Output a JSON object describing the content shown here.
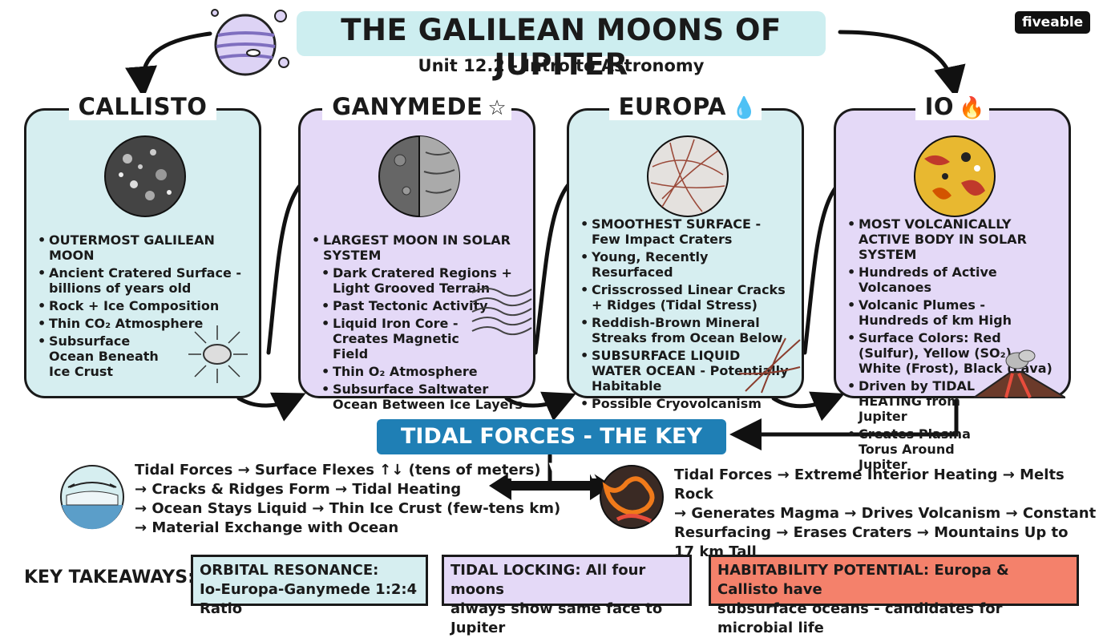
{
  "header": {
    "title": "THE GALILEAN MOONS OF JUPITER",
    "subtitle": "Unit 12.2 - Intro to Astronomy",
    "brand": "fiveable"
  },
  "moons": [
    {
      "name": "CALLISTO",
      "symbol": "",
      "facts": [
        {
          "text": "OUTERMOST GALILEAN MOON",
          "indent": false
        },
        {
          "text": "Ancient Cratered Surface - billions of years old",
          "indent": false
        },
        {
          "text": "Rock + Ice Composition",
          "indent": false
        },
        {
          "text": "Thin CO₂ Atmosphere",
          "indent": false
        },
        {
          "text": "Subsurface Ocean Beneath Ice Crust",
          "indent": false
        }
      ]
    },
    {
      "name": "GANYMEDE",
      "symbol": "☆",
      "facts": [
        {
          "text": "LARGEST MOON IN SOLAR SYSTEM",
          "indent": false
        },
        {
          "text": "Dark Cratered Regions + Light Grooved Terrain",
          "indent": true
        },
        {
          "text": "Past Tectonic Activity",
          "indent": true
        },
        {
          "text": "Liquid Iron Core - Creates Magnetic Field",
          "indent": true
        },
        {
          "text": "Thin O₂ Atmosphere",
          "indent": true
        },
        {
          "text": "Subsurface Saltwater Ocean Between Ice Layers",
          "indent": true
        }
      ]
    },
    {
      "name": "EUROPA",
      "symbol": "💧",
      "facts": [
        {
          "text": "SMOOTHEST SURFACE - Few Impact Craters",
          "indent": false
        },
        {
          "text": "Young, Recently Resurfaced",
          "indent": false
        },
        {
          "text": "Crisscrossed Linear Cracks + Ridges (Tidal Stress)",
          "indent": false
        },
        {
          "text": "Reddish-Brown Mineral Streaks from Ocean Below",
          "indent": false
        },
        {
          "text": "SUBSURFACE LIQUID WATER OCEAN - Potentially Habitable",
          "indent": false
        },
        {
          "text": "Possible Cryovolcanism",
          "indent": false
        }
      ]
    },
    {
      "name": "IO",
      "symbol": "🔥",
      "facts": [
        {
          "text": "MOST VOLCANICALLY ACTIVE BODY IN SOLAR SYSTEM",
          "indent": false
        },
        {
          "text": "Hundreds of Active Volcanoes",
          "indent": false
        },
        {
          "text": "Volcanic Plumes - Hundreds of km High",
          "indent": false
        },
        {
          "text": "Surface Colors: Red (Sulfur), Yellow (SO₂), White (Frost), Black (Lava)",
          "indent": false
        },
        {
          "text": "Driven by TIDAL HEATING from Jupiter",
          "indent": false
        },
        {
          "text": "Creates Plasma Torus Around Jupiter",
          "indent": false
        }
      ]
    }
  ],
  "tidal": {
    "title": "TIDAL FORCES - THE KEY DRIVER",
    "left_lines": [
      "Tidal Forces → Surface Flexes ↑↓ (tens of meters)",
      "→ Cracks & Ridges Form → Tidal Heating",
      "→ Ocean Stays Liquid → Thin Ice Crust (few-tens km)",
      "→ Material Exchange with Ocean"
    ],
    "right_lines": [
      "Tidal Forces → Extreme Interior Heating → Melts Rock",
      "→ Generates Magma → Drives Volcanism → Constant",
      "Resurfacing → Erases Craters → Mountains Up to",
      "17 km Tall"
    ]
  },
  "takeaways": {
    "label": "KEY TAKEAWAYS:",
    "items": [
      {
        "lines": [
          "ORBITAL RESONANCE:",
          "Io-Europa-Ganymede 1:2:4 Ratio"
        ],
        "color": "#d6eef0"
      },
      {
        "lines": [
          "TIDAL LOCKING: All four moons",
          "always show same face to Jupiter"
        ],
        "color": "#e4d9f7"
      },
      {
        "lines": [
          "HABITABILITY POTENTIAL: Europa & Callisto have",
          "subsurface oceans - candidates for microbial life"
        ],
        "color": "#f4816b"
      }
    ]
  },
  "colors": {
    "teal": "#d6eef0",
    "lavender": "#e4d9f7",
    "tidal_blue": "#1f7fb5",
    "coral": "#f4816b"
  }
}
